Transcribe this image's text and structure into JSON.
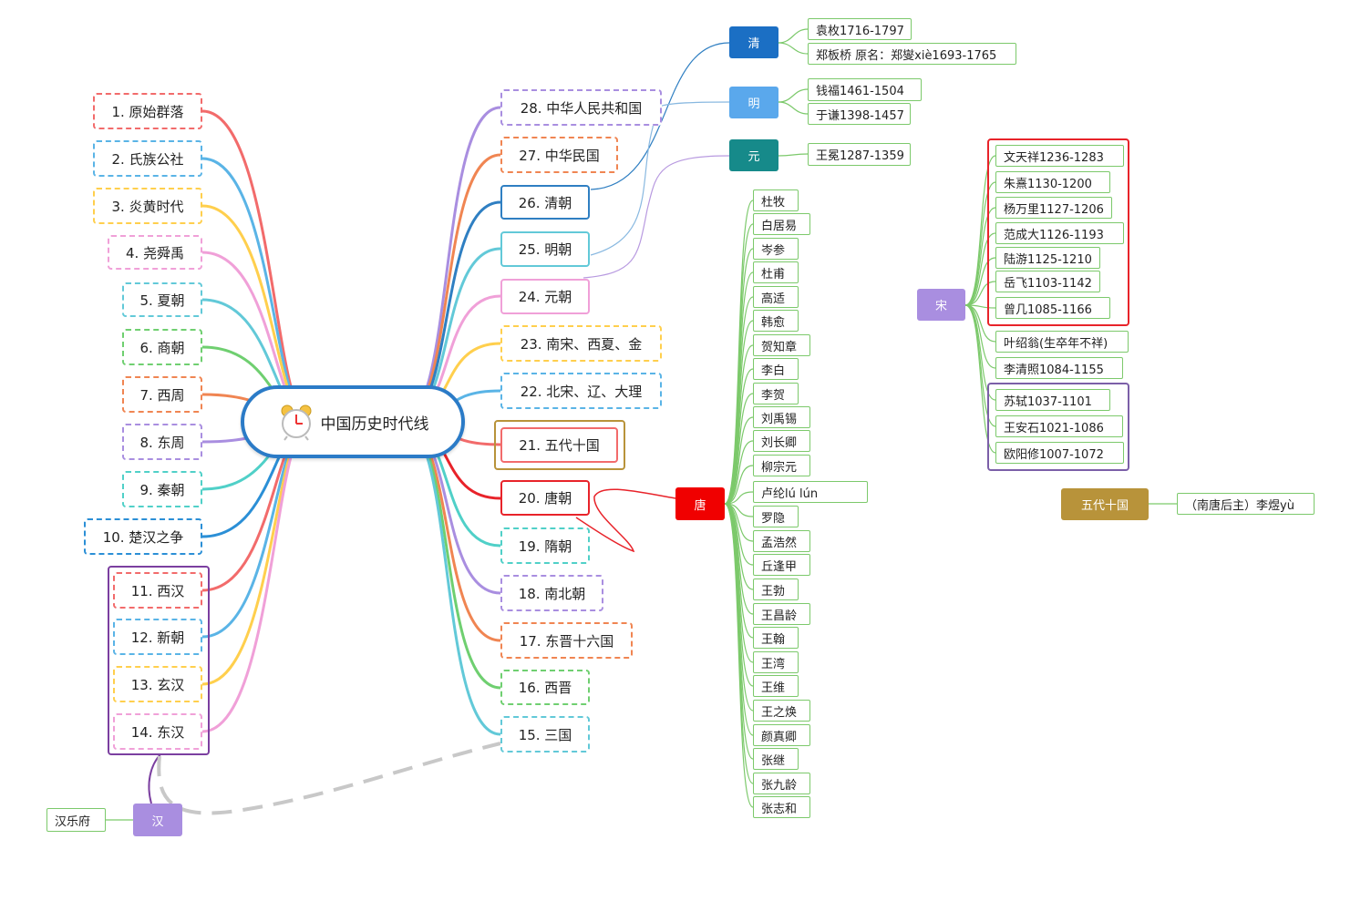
{
  "center": {
    "label": "中国历史时代线",
    "icon": "alarm-clock-icon"
  },
  "eras_left": [
    {
      "label": "1. 原始群落",
      "color": "#f26b6b"
    },
    {
      "label": "2. 氏族公社",
      "color": "#5ab4e6"
    },
    {
      "label": "3. 炎黄时代",
      "color": "#ffcf4d"
    },
    {
      "label": "4. 尧舜禹",
      "color": "#f0a0d8"
    },
    {
      "label": "5. 夏朝",
      "color": "#62c9d8"
    },
    {
      "label": "6. 商朝",
      "color": "#6fcf70"
    },
    {
      "label": "7. 西周",
      "color": "#f08552"
    },
    {
      "label": "8. 东周",
      "color": "#a98ee0"
    },
    {
      "label": "9. 秦朝",
      "color": "#50d0c8"
    },
    {
      "label": "10. 楚汉之争",
      "color": "#2b8fd6"
    },
    {
      "label": "11. 西汉",
      "color": "#f26b6b"
    },
    {
      "label": "12. 新朝",
      "color": "#5ab4e6"
    },
    {
      "label": "13. 玄汉",
      "color": "#ffcf4d"
    },
    {
      "label": "14. 东汉",
      "color": "#f0a0d8"
    }
  ],
  "eras_right": [
    {
      "label": "28. 中华人民共和国",
      "color": "#a98ee0"
    },
    {
      "label": "27. 中华民国",
      "color": "#f08552"
    },
    {
      "label": "26. 清朝",
      "color": "#2f7fc2"
    },
    {
      "label": "25. 明朝",
      "color": "#62c9d8"
    },
    {
      "label": "24. 元朝",
      "color": "#f0a0d8"
    },
    {
      "label": "23. 南宋、西夏、金",
      "color": "#ffcf4d"
    },
    {
      "label": "22. 北宋、辽、大理",
      "color": "#5ab4e6"
    },
    {
      "label": "21. 五代十国",
      "color": "#f26b6b"
    },
    {
      "label": "20. 唐朝",
      "color": "#e8232a"
    },
    {
      "label": "19. 隋朝",
      "color": "#50d0c8"
    },
    {
      "label": "18. 南北朝",
      "color": "#a98ee0"
    },
    {
      "label": "17. 东晋十六国",
      "color": "#f08552"
    },
    {
      "label": "16. 西晋",
      "color": "#6fcf70"
    },
    {
      "label": "15. 三国",
      "color": "#62c9d8"
    }
  ],
  "tags": {
    "qing": {
      "label": "清",
      "color": "#1b6fc4"
    },
    "ming": {
      "label": "明",
      "color": "#5aa8ec"
    },
    "yuan": {
      "label": "元",
      "color": "#168a8a"
    },
    "tang": {
      "label": "唐",
      "color": "#f00000"
    },
    "song": {
      "label": "宋",
      "color": "#a98ee0"
    },
    "wudai": {
      "label": "五代十国",
      "color": "#b8933a"
    },
    "han": {
      "label": "汉",
      "color": "#a98ee0"
    }
  },
  "qing_leaves": [
    "袁枚1716-1797",
    "郑板桥 原名：郑燮xiè1693-1765"
  ],
  "ming_leaves": [
    "钱福1461-1504",
    "于谦1398-1457"
  ],
  "yuan_leaves": [
    "王冕1287-1359"
  ],
  "tang_leaves": [
    "杜牧",
    "白居易",
    "岑参",
    "杜甫",
    "高适",
    "韩愈",
    "贺知章",
    "李白",
    "李贺",
    "刘禹锡",
    "刘长卿",
    "柳宗元",
    "卢纶lú lún",
    "罗隐",
    "孟浩然",
    "丘逢甲",
    "王勃",
    "王昌龄",
    "王翰",
    "王湾",
    "王维",
    "王之焕",
    "颜真卿",
    "张继",
    "张九龄",
    "张志和"
  ],
  "song_leaves": [
    "文天祥1236-1283",
    "朱熹1130-1200",
    "杨万里1127-1206",
    "范成大1126-1193",
    "陆游1125-1210",
    "岳飞1103-1142",
    "曾几1085-1166",
    "叶绍翁(生卒年不祥)",
    "李清照1084-1155",
    "苏轼1037-1101",
    "王安石1021-1086",
    "欧阳修1007-1072"
  ],
  "wudai_leaves": [
    "（南唐后主）李煜yù"
  ],
  "han_leaves": [
    "汉乐府"
  ]
}
